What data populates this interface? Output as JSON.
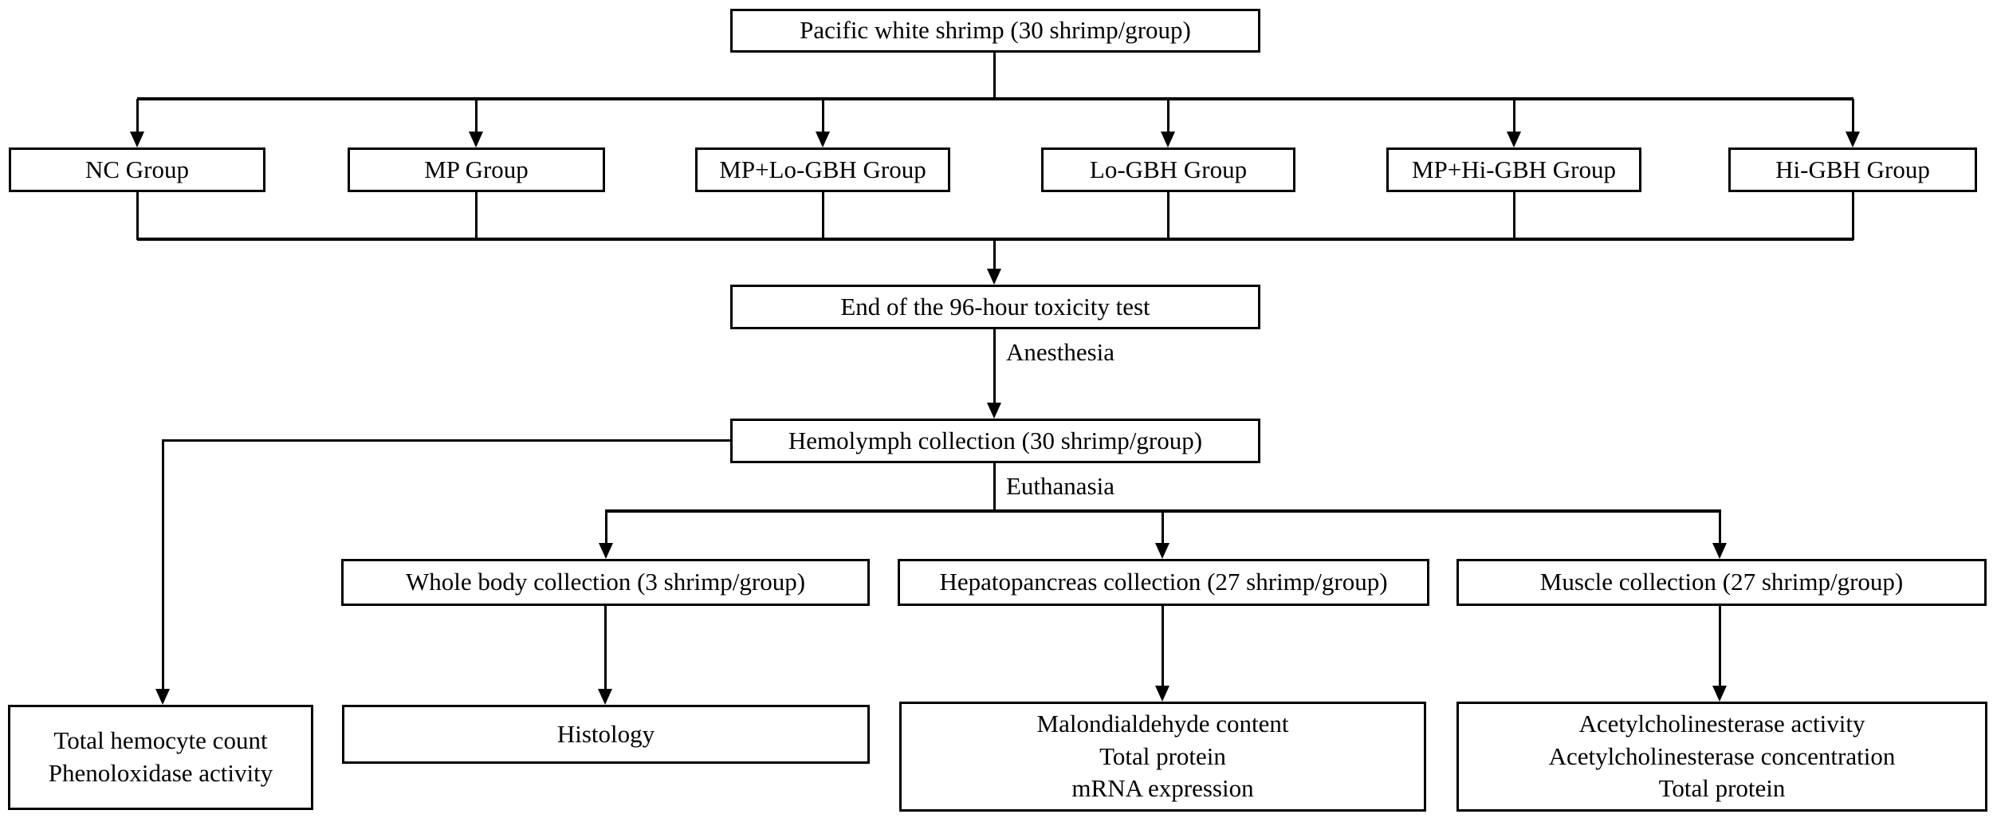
{
  "diagram": {
    "title_node": {
      "label": "Pacific white shrimp (30 shrimp/group)"
    },
    "groups": [
      {
        "label": "NC Group"
      },
      {
        "label": "MP Group"
      },
      {
        "label": "MP+Lo-GBH Group"
      },
      {
        "label": "Lo-GBH Group"
      },
      {
        "label": "MP+Hi-GBH Group"
      },
      {
        "label": "Hi-GBH Group"
      }
    ],
    "end_test": {
      "label": "End of the 96-hour toxicity test"
    },
    "hemolymph": {
      "label": "Hemolymph collection (30 shrimp/group)"
    },
    "whole_body": {
      "label": "Whole body collection (3 shrimp/group)"
    },
    "hepatopancreas": {
      "label": "Hepatopancreas collection (27 shrimp/group)"
    },
    "muscle": {
      "label": "Muscle collection (27 shrimp/group)"
    },
    "hemolymph_assays": {
      "lines": [
        "Total hemocyte count",
        "Phenoloxidase activity"
      ]
    },
    "histology": {
      "label": "Histology"
    },
    "hepatopancreas_assays": {
      "lines": [
        "Malondialdehyde content",
        "Total protein",
        "mRNA expression"
      ]
    },
    "muscle_assays": {
      "lines": [
        "Acetylcholinesterase activity",
        "Acetylcholinesterase concentration",
        "Total protein"
      ]
    },
    "edge_labels": {
      "anesthesia": "Anesthesia",
      "euthanasia": "Euthanasia"
    },
    "colors": {
      "background": "#ffffff",
      "line": "#000000",
      "box_border": "#000000",
      "box_fill": "#ffffff",
      "text": "#000000"
    }
  }
}
